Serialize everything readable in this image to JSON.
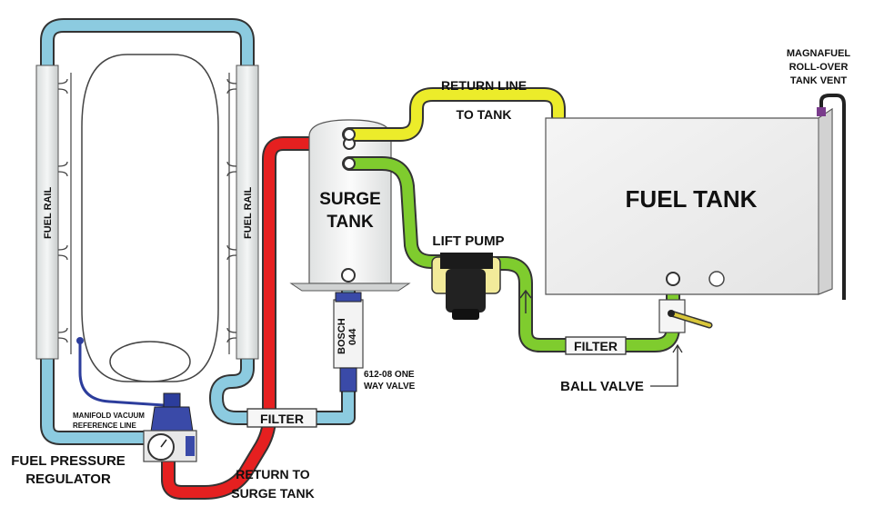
{
  "labels": {
    "fuel_rail_left": "FUEL RAIL",
    "fuel_rail_right": "FUEL RAIL",
    "surge_tank_1": "SURGE",
    "surge_tank_2": "TANK",
    "return_line": "RETURN LINE",
    "to_tank": "TO TANK",
    "fuel_tank": "FUEL TANK",
    "vent_1": "MAGNAFUEL",
    "vent_2": "ROLL-OVER",
    "vent_3": "TANK VENT",
    "lift_pump": "LIFT PUMP",
    "filter_right": "FILTER",
    "ball_valve": "BALL VALVE",
    "bosch_1": "BOSCH",
    "bosch_2": "044",
    "check_valve_1": "612-08 ONE",
    "check_valve_2": "WAY VALVE",
    "filter_left": "FILTER",
    "manifold_1": "MANIFOLD VACUUM",
    "manifold_2": "REFERENCE LINE",
    "fpr_1": "FUEL PRESSURE",
    "fpr_2": "REGULATOR",
    "return_surge_1": "RETURN TO",
    "return_surge_2": "SURGE TANK"
  },
  "colors": {
    "feed_line": "#8ccbe0",
    "return_to_surge": "#e52020",
    "return_to_tank": "#ecec2a",
    "lift_line": "#7fcc2e",
    "vacuum_line": "#2c3d9c",
    "vent_line": "#222222",
    "regulator_body": "#3a4aa8",
    "pump_body": "#f2ea9a"
  }
}
